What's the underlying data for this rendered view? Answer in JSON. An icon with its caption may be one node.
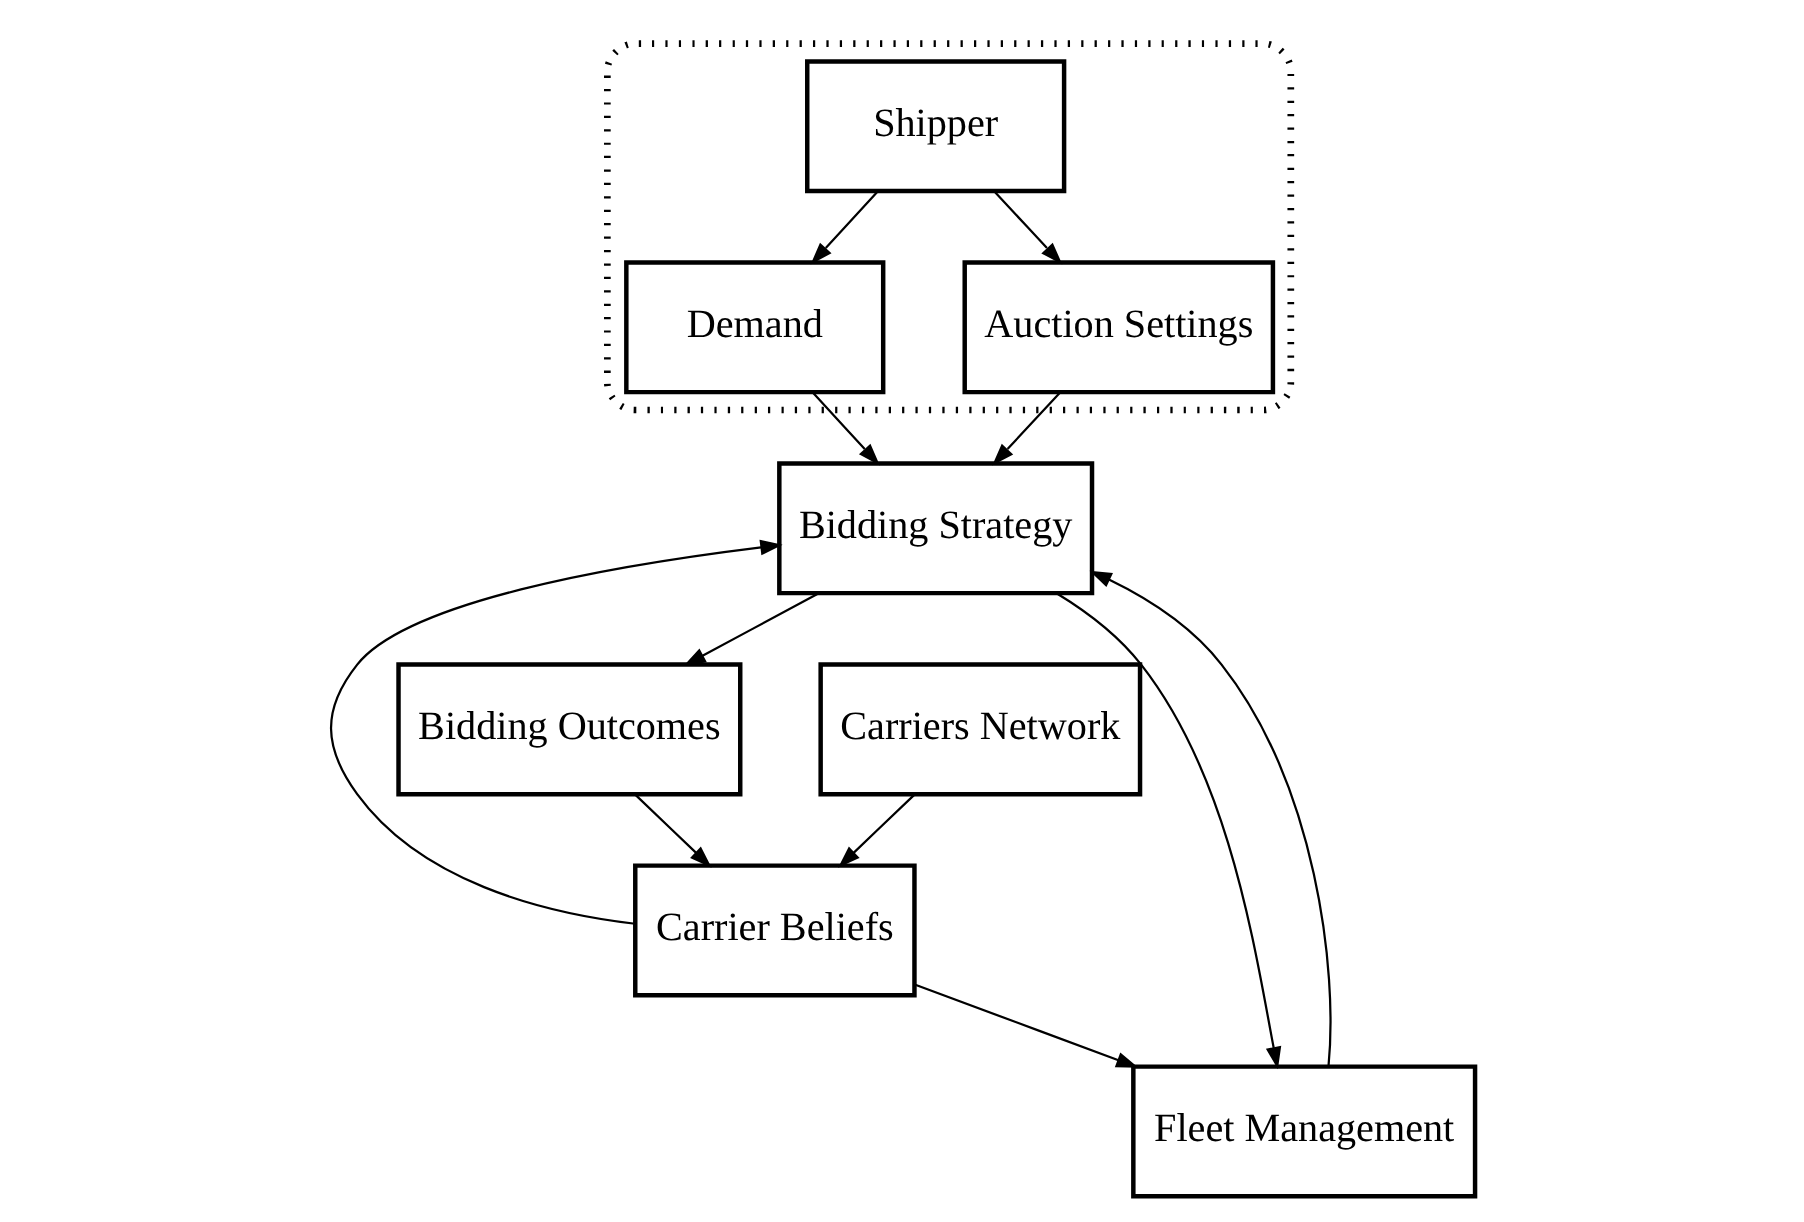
{
  "diagram": {
    "nodes": [
      {
        "text": [],
        "shape": "ellipse"
      },
      {
        "text": [
          "Shipper"
        ],
        "in": 0
      },
      {
        "text": [
          "Demand"
        ],
        "in": 0
      },
      {
        "text": [
          "Auction Settings"
        ],
        "in": 0
      },
      {
        "text": [
          "Carriers Network"
        ]
      },
      {
        "text": [
          "Carrier Beliefs"
        ]
      },
      {
        "text": [
          "Bidding Strategy"
        ]
      },
      {
        "text": [
          "Fleet Management"
        ]
      },
      {
        "text": [
          "Bidding Outcomes"
        ]
      }
    ],
    "edges": [
      {
        "from": 1,
        "to": 2,
        "arrow": "to"
      },
      {
        "from": 1,
        "to": 3,
        "arrow": "to"
      },
      {
        "from": 4,
        "to": 5,
        "arrow": "to"
      },
      {
        "from": 3,
        "to": 6,
        "arrow": "to"
      },
      {
        "from": 2,
        "to": 6,
        "arrow": "to"
      },
      {
        "from": 5,
        "to": 6,
        "arrow": "to"
      },
      {
        "from": 5,
        "to": 7,
        "arrow": "to"
      },
      {
        "from": 6,
        "to": 7,
        "arrow": "to"
      },
      {
        "from": 7,
        "to": 6,
        "arrow": "to"
      },
      {
        "from": 6,
        "to": 8,
        "arrow": "to"
      },
      {
        "from": 8,
        "to": 5,
        "arrow": "to"
      }
    ]
  }
}
